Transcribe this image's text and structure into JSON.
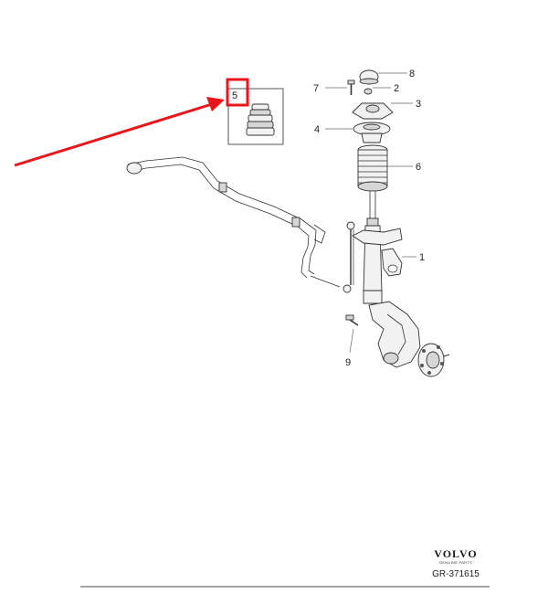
{
  "callouts": {
    "c1": "1",
    "c2": "2",
    "c3": "3",
    "c4": "4",
    "c5": "5",
    "c6": "6",
    "c7": "7",
    "c8": "8",
    "c9": "9"
  },
  "brand": {
    "name": "VOLVO",
    "subtitle": "GENUINE PARTS",
    "reference": "GR-371615"
  },
  "colors": {
    "highlight": "#e8161b",
    "line": "#333333"
  }
}
